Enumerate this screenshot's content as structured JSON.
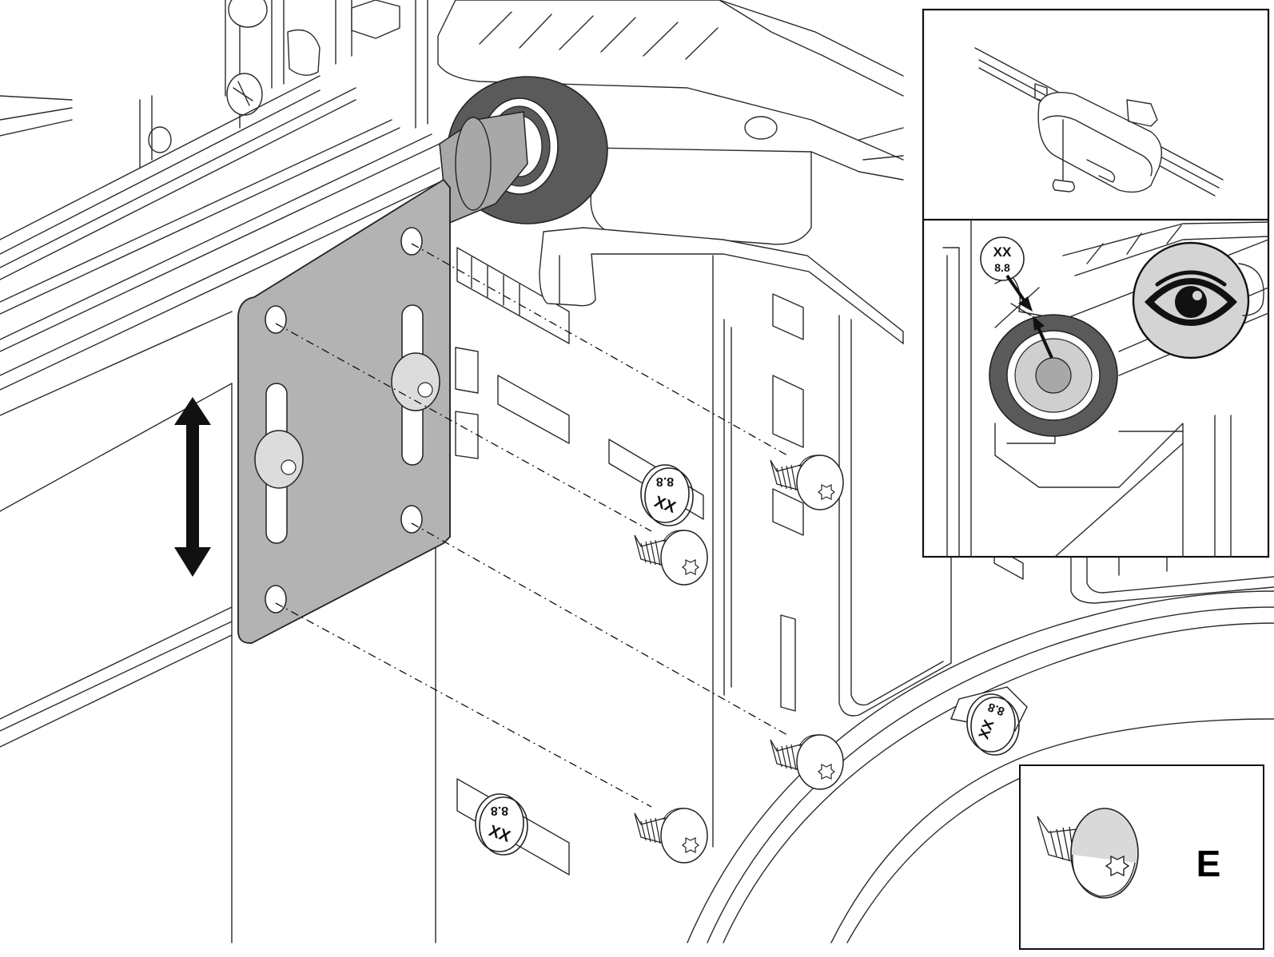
{
  "bolt_marking": {
    "grade_code": "XX",
    "grade_value": "8.8"
  },
  "part_label": "E",
  "icons": {
    "adjust": "double-arrow-up-down-icon",
    "inspect": "eye-icon",
    "fastener": "self-drilling-screw-icon"
  },
  "colors": {
    "bracket": "#b3b3b3",
    "roller_tire": "#5a5a5a",
    "shaft": "#a8a8a8",
    "line": "#2b2b2b",
    "eye_badge": "#d4d4d4"
  }
}
